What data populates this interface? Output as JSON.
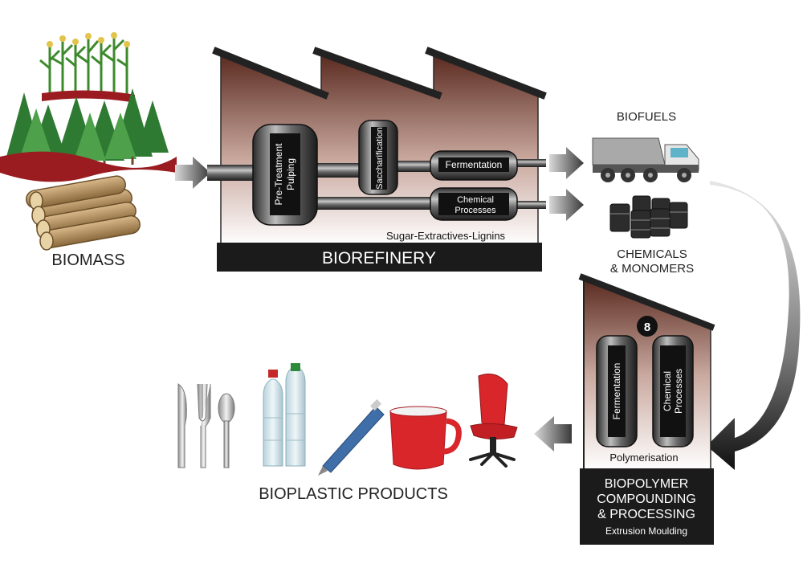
{
  "biomass": {
    "label": "BIOMASS"
  },
  "biorefinery": {
    "label": "BIOREFINERY",
    "subtitle": "Sugar-Extractives-Lignins",
    "tanks": {
      "pretreatment_line1": "Pre-Treatment",
      "pretreatment_line2": "Pulping",
      "saccharification": "Saccharification",
      "fermentation": "Fermentation",
      "chemical_line1": "Chemical",
      "chemical_line2": "Processes"
    }
  },
  "outputs": {
    "biofuels": "BIOFUELS",
    "chemicals_line1": "CHEMICALS",
    "chemicals_line2": "& MONOMERS"
  },
  "biopolymer": {
    "badge": "8",
    "tank_fermentation": "Fermentation",
    "tank_chemical_line1": "Chemical",
    "tank_chemical_line2": "Processes",
    "polymerisation": "Polymerisation",
    "title_line1": "BIOPOLYMER",
    "title_line2": "COMPOUNDING",
    "title_line3": "& PROCESSING",
    "subtitle": "Extrusion Moulding"
  },
  "products": {
    "label": "BIOPLASTIC PRODUCTS"
  },
  "colors": {
    "dark": "#1b1b1b",
    "brown": "#6b3b2b",
    "forest": "#3c8a3a",
    "ribbon": "#9a1c20",
    "cup": "#d8262b"
  }
}
